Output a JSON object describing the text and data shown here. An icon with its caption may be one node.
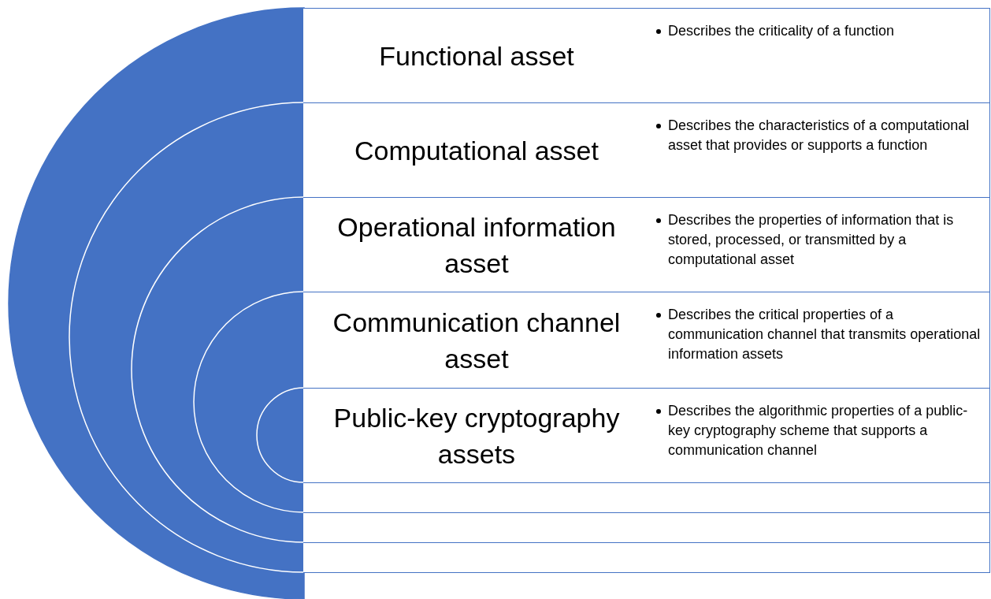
{
  "diagram": {
    "nodes": [
      {
        "text": [
          "Functional asset",
          "Describes the criticality of a function"
        ]
      },
      {
        "text": [
          "Computational asset",
          "Describes the characteristics of a computational asset that provides or supports a function"
        ]
      },
      {
        "text": [
          "Operational information asset",
          "Describes the properties of information that is stored, processed, or transmitted by a computational asset"
        ]
      },
      {
        "text": [
          "Communication channel asset",
          "Describes the critical properties of a communication channel that transmits operational information assets"
        ]
      },
      {
        "text": [
          "Public-key cryptography assets",
          "Describes the algorithmic properties of a public-key cryptography scheme that supports a communication channel"
        ]
      },
      {
        "text": [],
        "shape": "box"
      },
      {
        "text": [],
        "shape": "box"
      },
      {
        "text": [],
        "shape": "box"
      }
    ]
  }
}
